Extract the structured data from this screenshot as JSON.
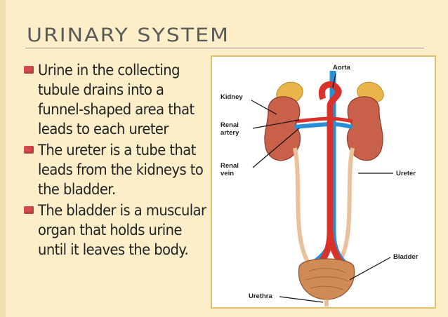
{
  "slide": {
    "title": "URINARY SYSTEM",
    "bullets": [
      {
        "text": "Urine in the collecting tubule drains into a funnel-shaped area that leads to each ureter"
      },
      {
        "text": "The ureter is a tube that leads from the kidneys to the bladder."
      },
      {
        "text": "The bladder is a muscular organ that holds urine until it leaves the body."
      }
    ],
    "figure": {
      "labels": {
        "aorta": "Aorta",
        "kidney": "Kidney",
        "renal_artery_1": "Renal",
        "renal_artery_2": "artery",
        "renal_vein_1": "Renal",
        "renal_vein_2": "vein",
        "ureter": "Ureter",
        "bladder": "Bladder",
        "urethra": "Urethra"
      }
    }
  },
  "colors": {
    "background": "#fbeec9",
    "bullet_marker": "#d24a4a",
    "frame_border": "#e3c068",
    "artery_red": "#d8322b",
    "vein_blue": "#2a8fd6",
    "kidney": "#c9614a",
    "adrenal": "#e9b54a",
    "ureter": "#f0cfae"
  }
}
